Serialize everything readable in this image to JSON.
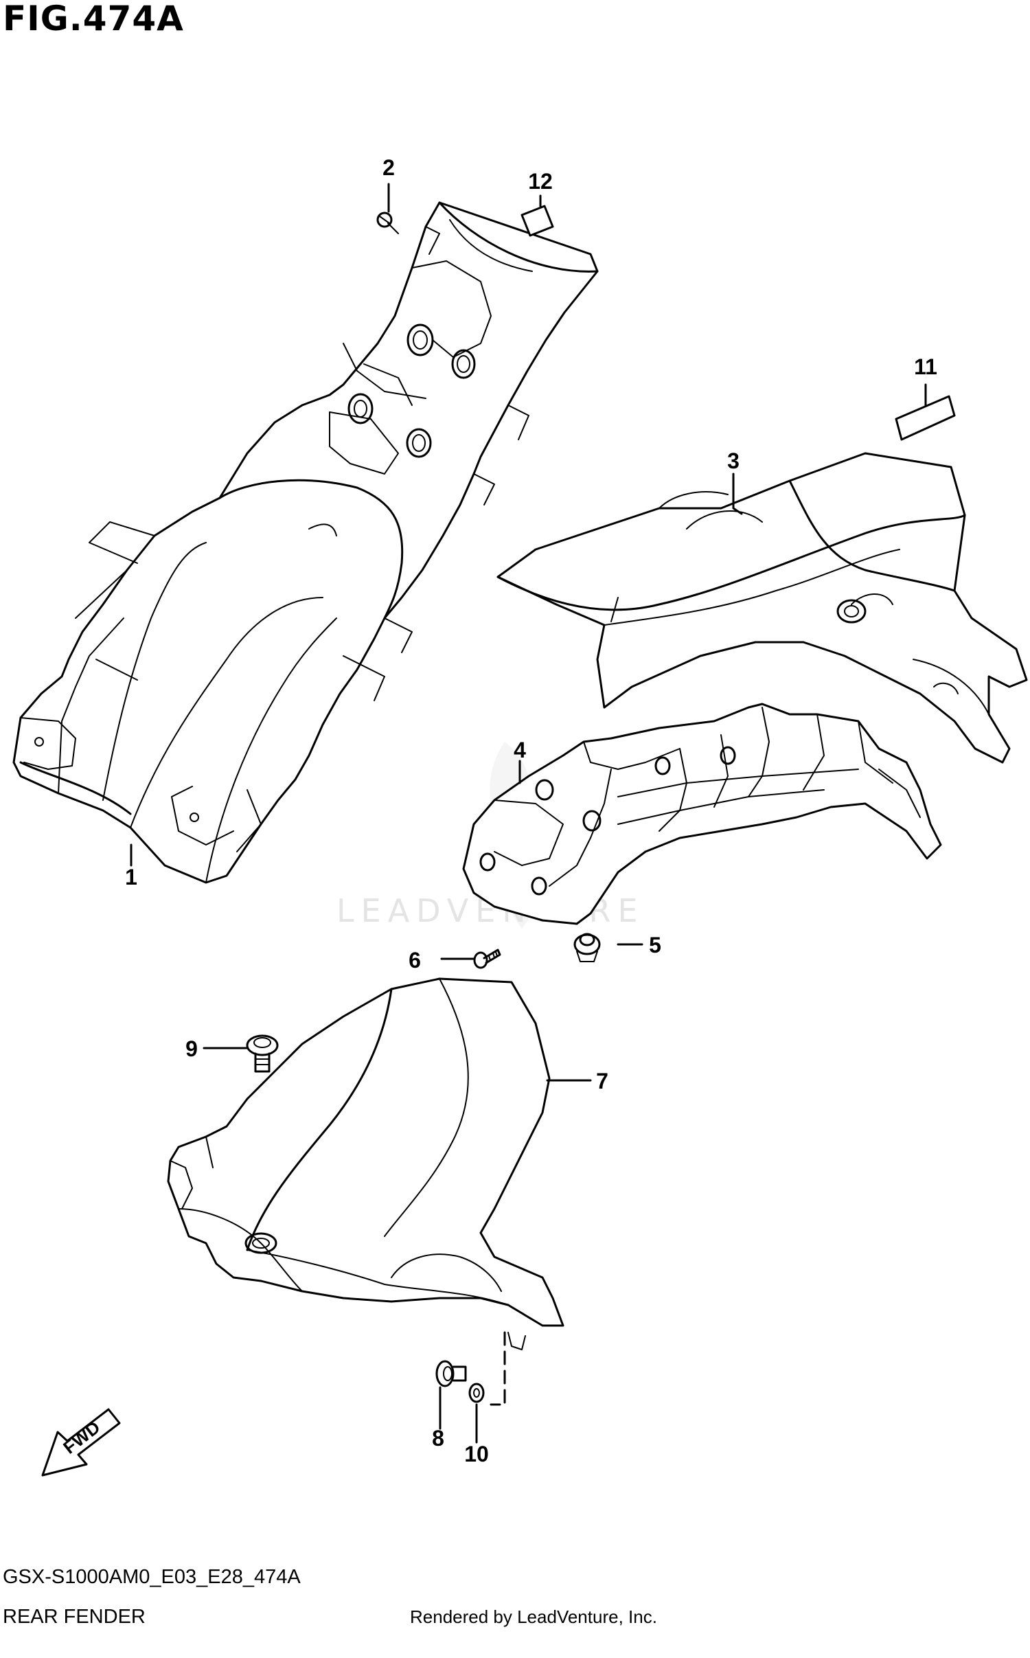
{
  "figure": {
    "title": "FIG.474A",
    "code": "GSX-S1000AM0_E03_E28_474A",
    "name": "REAR FENDER",
    "rendered_by": "Rendered by LeadVenture, Inc.",
    "watermark": "LEADVENTURE",
    "direction_label": "FWD"
  },
  "callouts": [
    {
      "id": "1",
      "label": "1"
    },
    {
      "id": "2",
      "label": "2"
    },
    {
      "id": "3",
      "label": "3"
    },
    {
      "id": "4",
      "label": "4"
    },
    {
      "id": "5",
      "label": "5"
    },
    {
      "id": "6",
      "label": "6"
    },
    {
      "id": "7",
      "label": "7"
    },
    {
      "id": "8",
      "label": "8"
    },
    {
      "id": "9",
      "label": "9"
    },
    {
      "id": "10",
      "label": "10"
    },
    {
      "id": "11",
      "label": "11"
    },
    {
      "id": "12",
      "label": "12"
    }
  ]
}
